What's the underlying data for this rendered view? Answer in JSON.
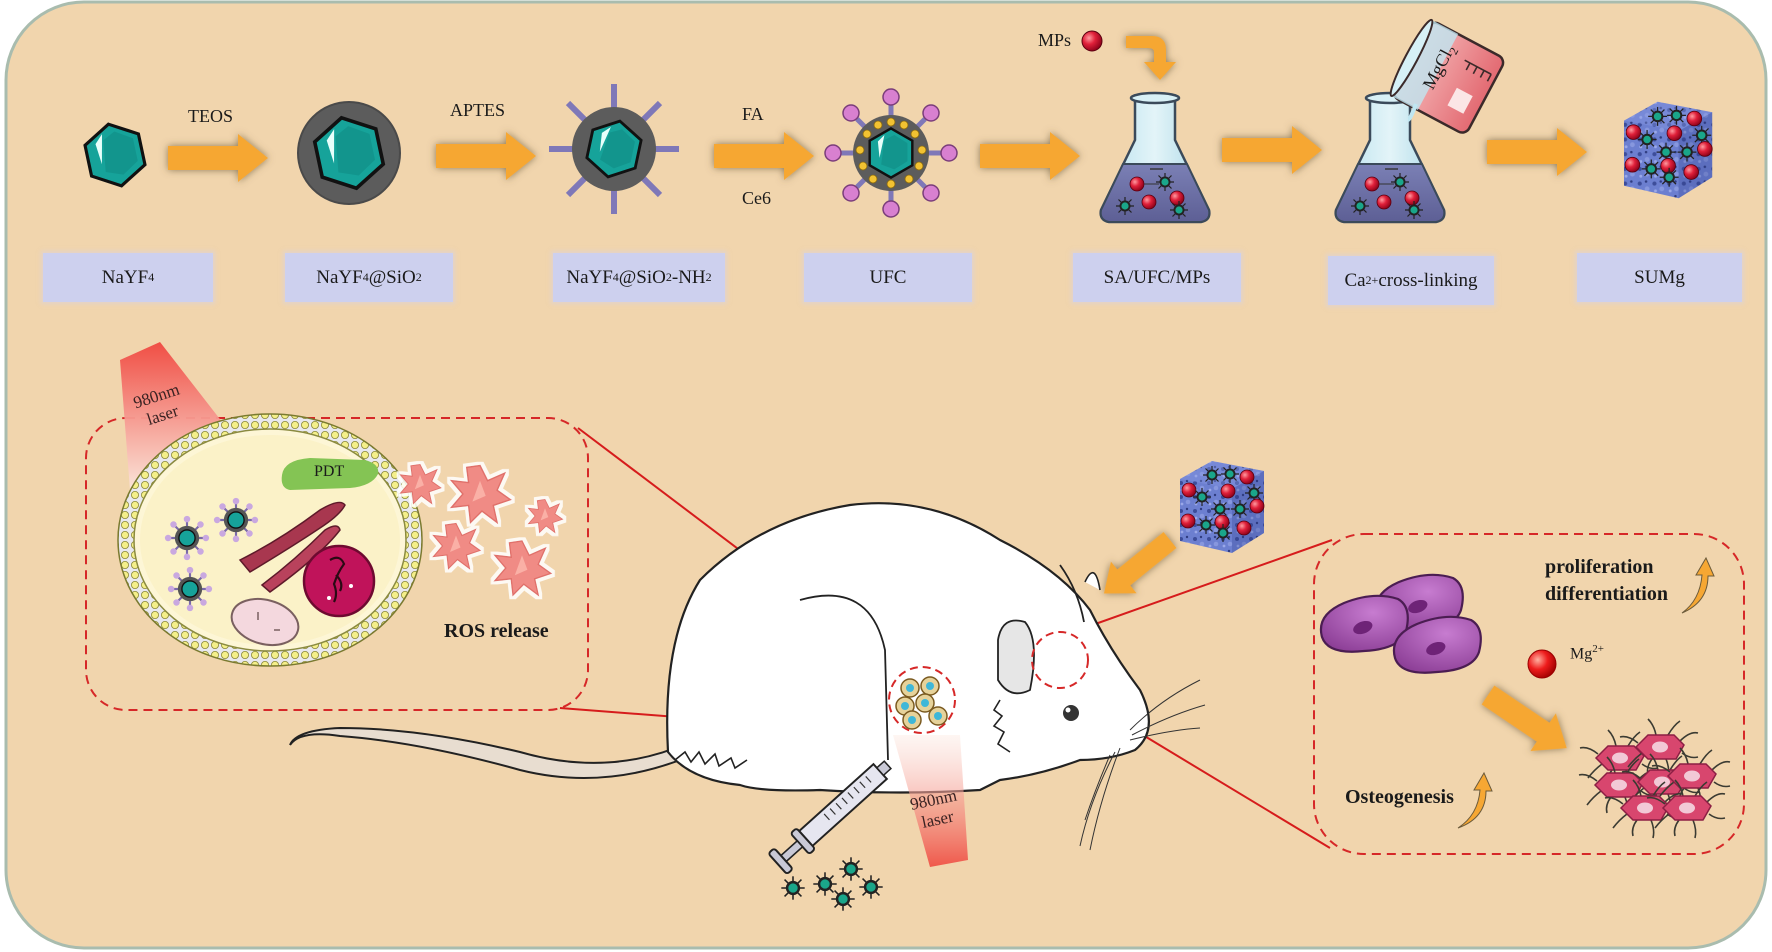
{
  "figure": {
    "background_color": "#f1d5ad",
    "panel_border_color": "#a9bcae",
    "accent_arrow_color": "#f6a733",
    "dashed_box_color": "#d62828",
    "label_box_color": "#cdd0ee"
  },
  "synthesis": {
    "steps": [
      {
        "id": "nayf4",
        "label": "NaYF",
        "sub": "4",
        "label_rest": ""
      },
      {
        "id": "nayf4-sio2",
        "label": "NaYF",
        "sub": "4",
        "label_rest": "@SiO",
        "sub2": "2"
      },
      {
        "id": "nayf4-sio2-nh2",
        "label": "NaYF",
        "sub": "4",
        "label_rest": "@SiO",
        "sub2": "2",
        "label_rest2": "-NH",
        "sub3": "2"
      },
      {
        "id": "ufc",
        "label": "UFC"
      },
      {
        "id": "sa-ufc-mps",
        "label": "SA/UFC/MPs"
      },
      {
        "id": "ca-crosslinking",
        "label": "Ca",
        "sup": "2+",
        "label_rest": " cross-linking"
      },
      {
        "id": "sumg",
        "label": "SUMg"
      }
    ],
    "reagents": {
      "teos": "TEOS",
      "aptes": "APTES",
      "fa": "FA",
      "ce6": "Ce6",
      "mps": "MPs",
      "mgcl2": "MgCl",
      "mgcl2_sub": "2"
    }
  },
  "therapy": {
    "laser_line1": "980nm",
    "laser_line2": "laser",
    "pdt": "PDT",
    "ros_release": "ROS release"
  },
  "osteo": {
    "proliferation": "proliferation",
    "differentiation": "differentiation",
    "mg_ion": "Mg",
    "mg_ion_sup": "2+",
    "osteogenesis": "Osteogenesis"
  }
}
